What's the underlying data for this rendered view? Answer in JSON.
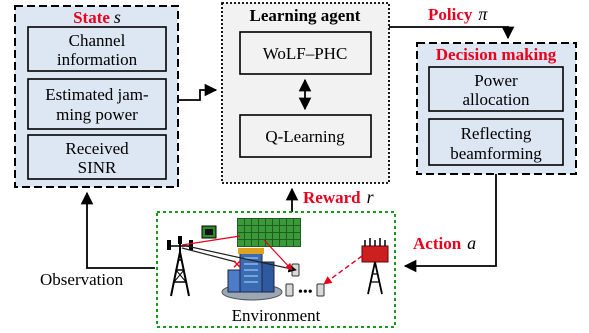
{
  "state": {
    "title": "State",
    "symbol": "s",
    "items": [
      {
        "line1": "Channel",
        "line2": "information"
      },
      {
        "line1": "Estimated jam-",
        "line2": "ming power"
      },
      {
        "line1": "Received",
        "line2": "SINR"
      }
    ]
  },
  "agent": {
    "title": "Learning agent",
    "wolf": "WoLF–PHC",
    "qlearning": "Q-Learning"
  },
  "policy": {
    "label": "Policy",
    "symbol": "π"
  },
  "decision": {
    "title": "Decision making",
    "items": [
      {
        "line1": "Power",
        "line2": "allocation"
      },
      {
        "line1": "Reflecting",
        "line2": "beamforming"
      }
    ]
  },
  "reward": {
    "label": "Reward",
    "symbol": "r"
  },
  "action": {
    "label": "Action",
    "symbol": "a"
  },
  "observation": "Observation",
  "environment": "Environment",
  "colors": {
    "state_fill": "#dde6f3",
    "agent_fill": "#f2f2f2",
    "env_border": "#1a9a1a",
    "red": "#e8001c",
    "jammer": "#cc1f1f",
    "ris": "#3a9a3a"
  }
}
